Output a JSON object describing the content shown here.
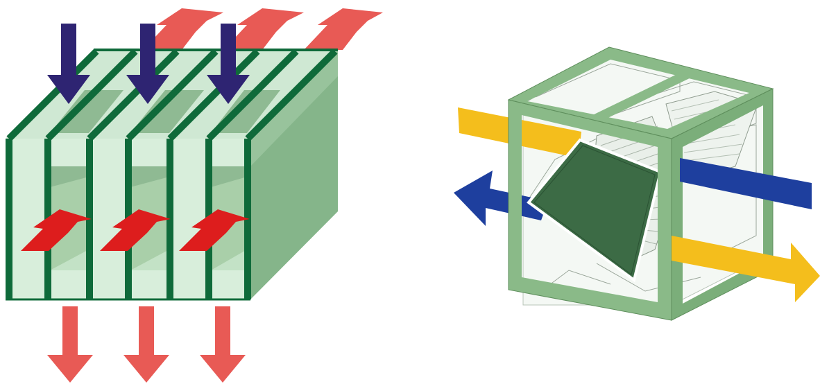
{
  "colors": {
    "background": "#ffffff",
    "plate_light": "#cfe8d3",
    "plate_mid": "#a9cfa9",
    "channel_dark": "#8fba93",
    "side_face": "#85b58a",
    "edge_dark": "#0f6a3a",
    "frame_green": "#8aba88",
    "frame_inner": "#f4f8f4",
    "core_dark": "#3c6b45",
    "core_edge": "#2a5233",
    "arrow_cold": "#2e2472",
    "arrow_warm_strong": "#dd1d1d",
    "arrow_warm_light": "#e85a55",
    "arrow_yellow": "#f4be1c",
    "arrow_blue": "#1e3f9e"
  },
  "diagrams": [
    {
      "id": "plate-heat-exchanger-crossflow",
      "icons": [
        "cold-air-inlet-arrow",
        "warm-air-inlet-arrow",
        "warm-air-outlet-arrow",
        "cold-air-outlet-arrow"
      ],
      "arrows": {
        "cold_in_count": 3,
        "warm_in_count": 3,
        "warm_out_top_count": 3,
        "cold_out_bottom_count": 3
      }
    },
    {
      "id": "heat-recovery-cube-unit",
      "icons": [
        "supply-air-arrow",
        "exhaust-air-arrow",
        "extract-air-arrow",
        "outdoor-air-arrow"
      ],
      "arrows": {
        "yellow_count": 2,
        "blue_count": 2
      }
    }
  ]
}
